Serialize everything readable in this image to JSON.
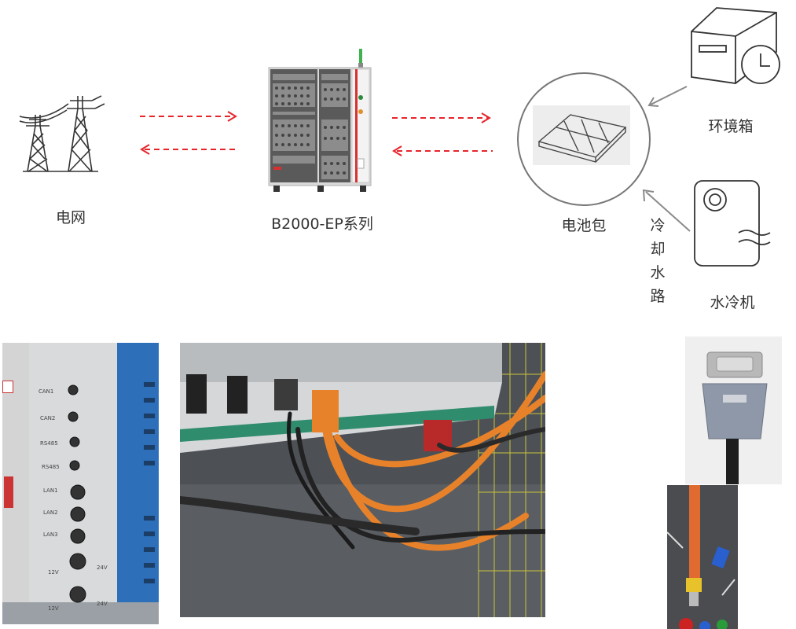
{
  "nodes": {
    "grid": {
      "label": "电网"
    },
    "cabinet": {
      "label": "B2000-EP系列"
    },
    "battery": {
      "label": "电池包"
    },
    "env_chamber": {
      "label": "环境箱"
    },
    "chiller": {
      "label": "水冷机"
    }
  },
  "edges": {
    "coolant_loop": {
      "label": [
        "冷",
        "却",
        "水",
        "路"
      ]
    }
  },
  "photos": {
    "panel_ports": {
      "port_labels": [
        "CAN1",
        "CAN2",
        "RS485",
        "RS485",
        "LAN1",
        "LAN2",
        "LAN3",
        "12V",
        "24V",
        "12V",
        "24V"
      ]
    }
  },
  "colors": {
    "power_flow": "#e8242b",
    "arrow_grey": "#8a8a8a",
    "icon_stroke": "#444444",
    "text": "#333333",
    "cable_orange": "#e8822a"
  }
}
